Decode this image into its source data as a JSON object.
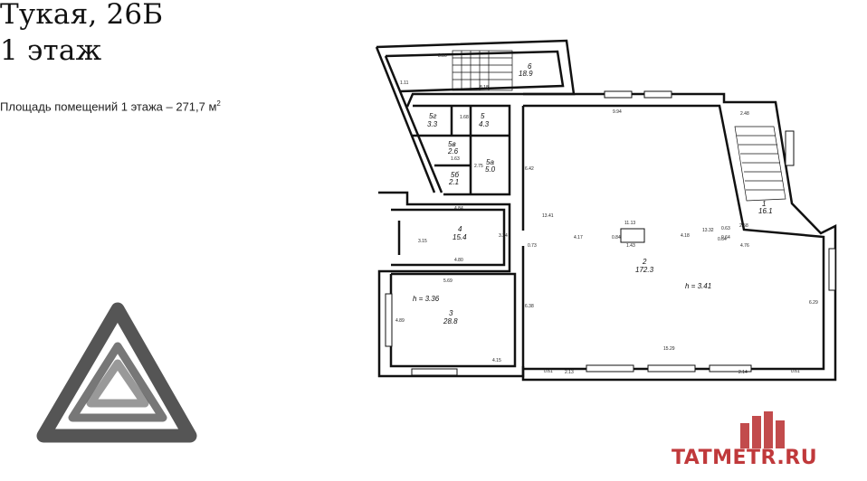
{
  "header": {
    "title_line1": "Тукая, 26Б",
    "title_line2": "1 этаж",
    "area_text": "Площадь помещений 1 этажа – 271,7 м",
    "area_unit_sup": "2"
  },
  "rooms": [
    {
      "id": "6",
      "label": "6",
      "area": "18.9"
    },
    {
      "id": "5g",
      "label": "5г",
      "area": "3.3"
    },
    {
      "id": "5",
      "label": "5",
      "area": "4.3"
    },
    {
      "id": "5v",
      "label": "5в",
      "area": "2.6"
    },
    {
      "id": "5a",
      "label": "5а",
      "area": "5.0"
    },
    {
      "id": "5b",
      "label": "5б",
      "area": "2.1"
    },
    {
      "id": "4",
      "label": "4",
      "area": "15.4"
    },
    {
      "id": "3",
      "label": "3",
      "area": "28.8"
    },
    {
      "id": "2",
      "label": "2",
      "area": "172.3"
    },
    {
      "id": "1",
      "label": "1",
      "area": "16.1"
    }
  ],
  "ceiling_heights": {
    "room3": "h = 3.36",
    "room2": "h = 3.41"
  },
  "dimensions": [
    "8.80",
    "8.18",
    "9.94",
    "2.48",
    "4.84",
    "3.15",
    "3.24",
    "4.80",
    "5.69",
    "4.89",
    "4.15",
    "6.42",
    "13.41",
    "11.13",
    "1.43",
    "4.17",
    "4.18",
    "13.32",
    "0.63",
    "2.58",
    "4.76",
    "0.73",
    "0.64",
    "6.38",
    "6.29",
    "15.29",
    "2.13",
    "2.14",
    "1.68",
    "1.63",
    "2.75",
    "0.84",
    "0.64",
    "0.61",
    "0.61",
    "1.11"
  ],
  "brand": {
    "text": "TATMETR.RU",
    "color": "#c0393b"
  },
  "colors": {
    "wall": "#111111",
    "logo_gray": "#555555",
    "building_red": "#c24b4c"
  }
}
